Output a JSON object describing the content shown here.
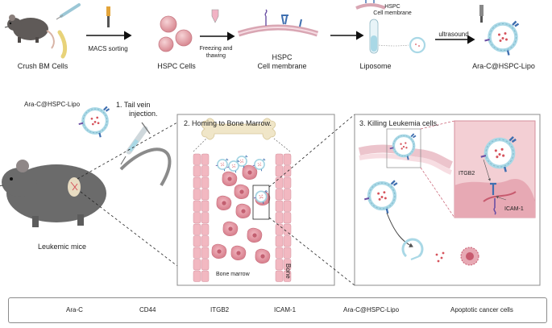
{
  "workflow": {
    "steps": [
      "Crush BM Cells",
      "MACS sorting",
      "HSPC Cells",
      "Freezing and thawing",
      "HSPC",
      "Cell membrane",
      "HSPC",
      "Cell membrane",
      "Liposome",
      "ultrasound",
      "Ara-C@HSPC-Lipo"
    ]
  },
  "injection": {
    "drug": "Ara-C@HSPC-Lipo",
    "step_label": "1.  Tail vein",
    "step_label_2": "injection.",
    "mouse_label": "Leukemic mice"
  },
  "panel2": {
    "title": "2. Homing to Bone Marrow.",
    "marrow_label": "Bone marrow",
    "bone_label": "Bone"
  },
  "panel3": {
    "title": "3. Killing Leukemia cells.",
    "receptor_a": "ITGB2",
    "receptor_b": "ICAM-1"
  },
  "legend": {
    "items": [
      "Ara-C",
      "CD44",
      "ITGB2",
      "ICAM-1",
      "Ara-C@HSPC-Lipo",
      "Apoptotic cancer cells"
    ]
  },
  "colors": {
    "mouse": "#6b6b6b",
    "hspc_cell": "#e4a7ad",
    "membrane": "#d9a6b3",
    "liposome": "#a9d8e6",
    "drug_dot": "#d6535c",
    "receptor_blue": "#3f6fb0",
    "receptor_purple": "#6a4fa3",
    "marrow_cell": "#e39aa6",
    "tissue_pink": "#f3cfd4"
  }
}
